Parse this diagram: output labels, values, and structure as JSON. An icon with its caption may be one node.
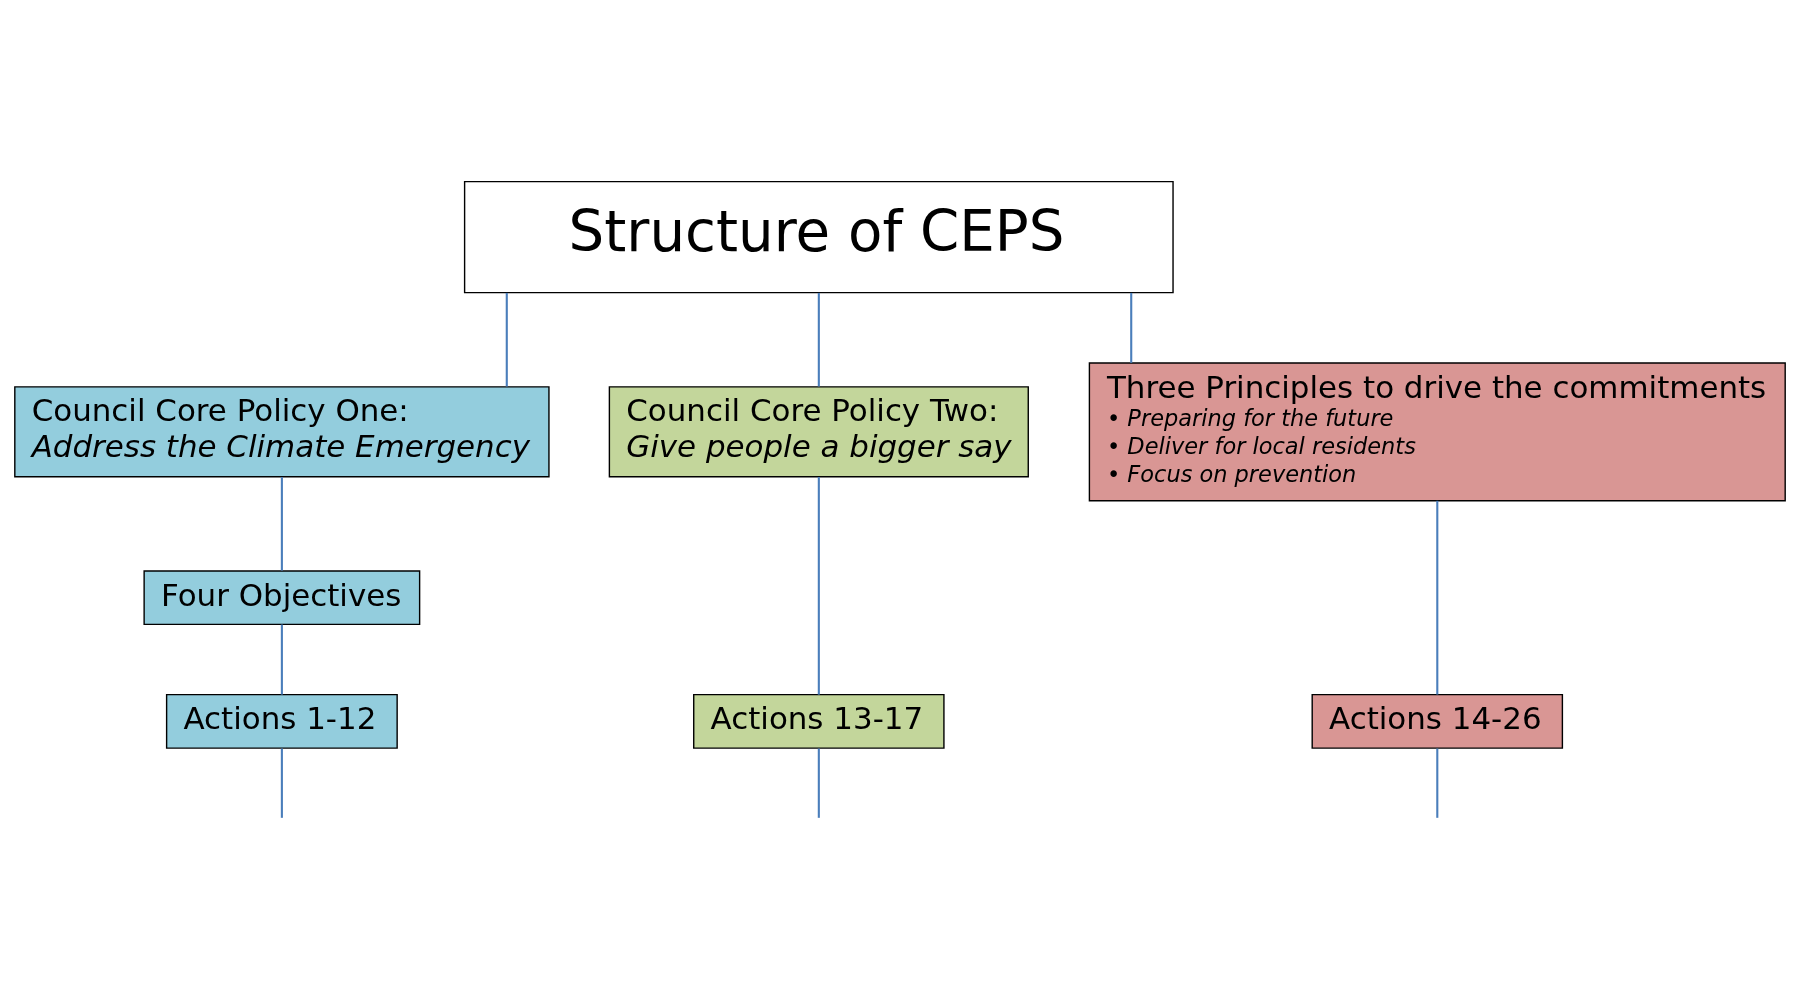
{
  "diagram": {
    "nodes": [
      {
        "text": [
          "Structure of CEPS"
        ]
      },
      {
        "text": [
          "Council Core Policy One:",
          "Address the Climate Emergency"
        ]
      },
      {
        "text": [
          "Council Core Policy Two:",
          "Give people a bigger say"
        ]
      },
      {
        "text": [
          "Three Principles to drive the commitments",
          "• Preparing for the future",
          "• Deliver for local residents",
          "• Focus on prevention"
        ]
      },
      {
        "text": [
          "Four Objectives"
        ]
      },
      {
        "text": [
          "Actions 1-12"
        ]
      },
      {
        "text": [
          "Actions 13-17"
        ]
      },
      {
        "text": [
          "Actions 14-26"
        ]
      }
    ],
    "edges": [
      {
        "from": 0,
        "to": 1,
        "arrow": "none"
      },
      {
        "from": 0,
        "to": 2,
        "arrow": "none"
      },
      {
        "from": 0,
        "to": 3,
        "arrow": "none"
      },
      {
        "from": 1,
        "to": 4,
        "arrow": "none"
      },
      {
        "from": 4,
        "to": 5,
        "arrow": "none"
      },
      {
        "from": 2,
        "to": 6,
        "arrow": "none"
      },
      {
        "from": 3,
        "to": 7,
        "arrow": "none"
      },
      {
        "from": 5,
        "to": null,
        "arrow": "none"
      },
      {
        "from": 6,
        "to": null,
        "arrow": "none"
      },
      {
        "from": 7,
        "to": null,
        "arrow": "none"
      }
    ]
  }
}
